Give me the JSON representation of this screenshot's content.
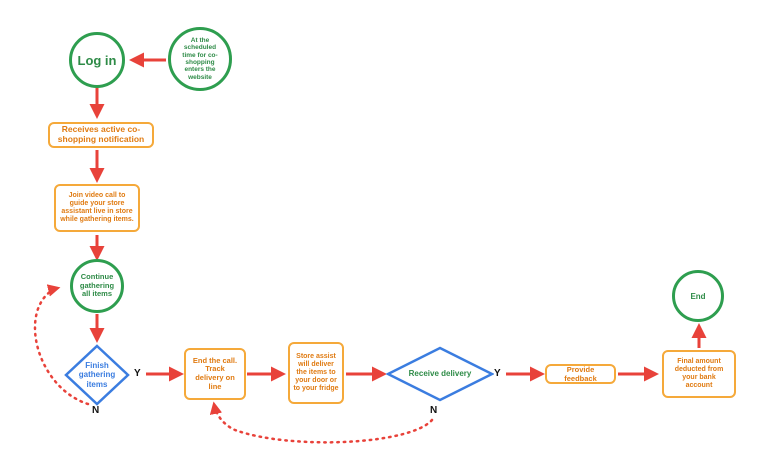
{
  "nodes": {
    "scheduled": "At the scheduled time for co-shopping enters the website",
    "login": "Log in",
    "notification": "Receives active co-shopping notification",
    "video_call": "Join video call to guide your store assistant live in store while gathering items.",
    "continue": "Continue gathering all items",
    "finish": "Finish gathering items",
    "end_call": "End the call. Track delivery on line",
    "store_assist": "Store assist will deliver the items to your door or to your fridge",
    "receive": "Receive delivery",
    "feedback": "Provide feedback",
    "final_amount": "Final amount deducted from your bank account",
    "end": "End"
  },
  "branches": {
    "finish_yes": "Y",
    "finish_no": "N",
    "receive_yes": "Y",
    "receive_no": "N"
  },
  "colors": {
    "circle_border": "#2e9e4f",
    "box_border": "#f5a93a",
    "box_text": "#e07b12",
    "diamond_border": "#3b7de0",
    "arrow": "#e8423a"
  }
}
